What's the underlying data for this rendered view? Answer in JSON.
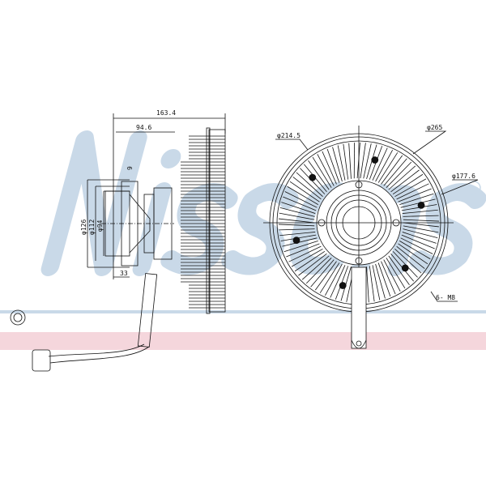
{
  "watermark": {
    "text": "Nissens",
    "registered": "®",
    "color": "#c9d9e8",
    "band_color": "#f5d6dc"
  },
  "side_view": {
    "dimensions": {
      "overall_length": "163.4",
      "hub_length": "94.6",
      "offset": "9",
      "dia_outer": "φ126",
      "dia_mid": "φ112",
      "dia_inner": "φ94",
      "flange_width": "33"
    }
  },
  "front_view": {
    "dimensions": {
      "dia_fan_ring": "φ214.5",
      "dia_outer": "φ265",
      "dia_bolt_circle": "φ177.6",
      "bolts": "6- M8"
    }
  }
}
